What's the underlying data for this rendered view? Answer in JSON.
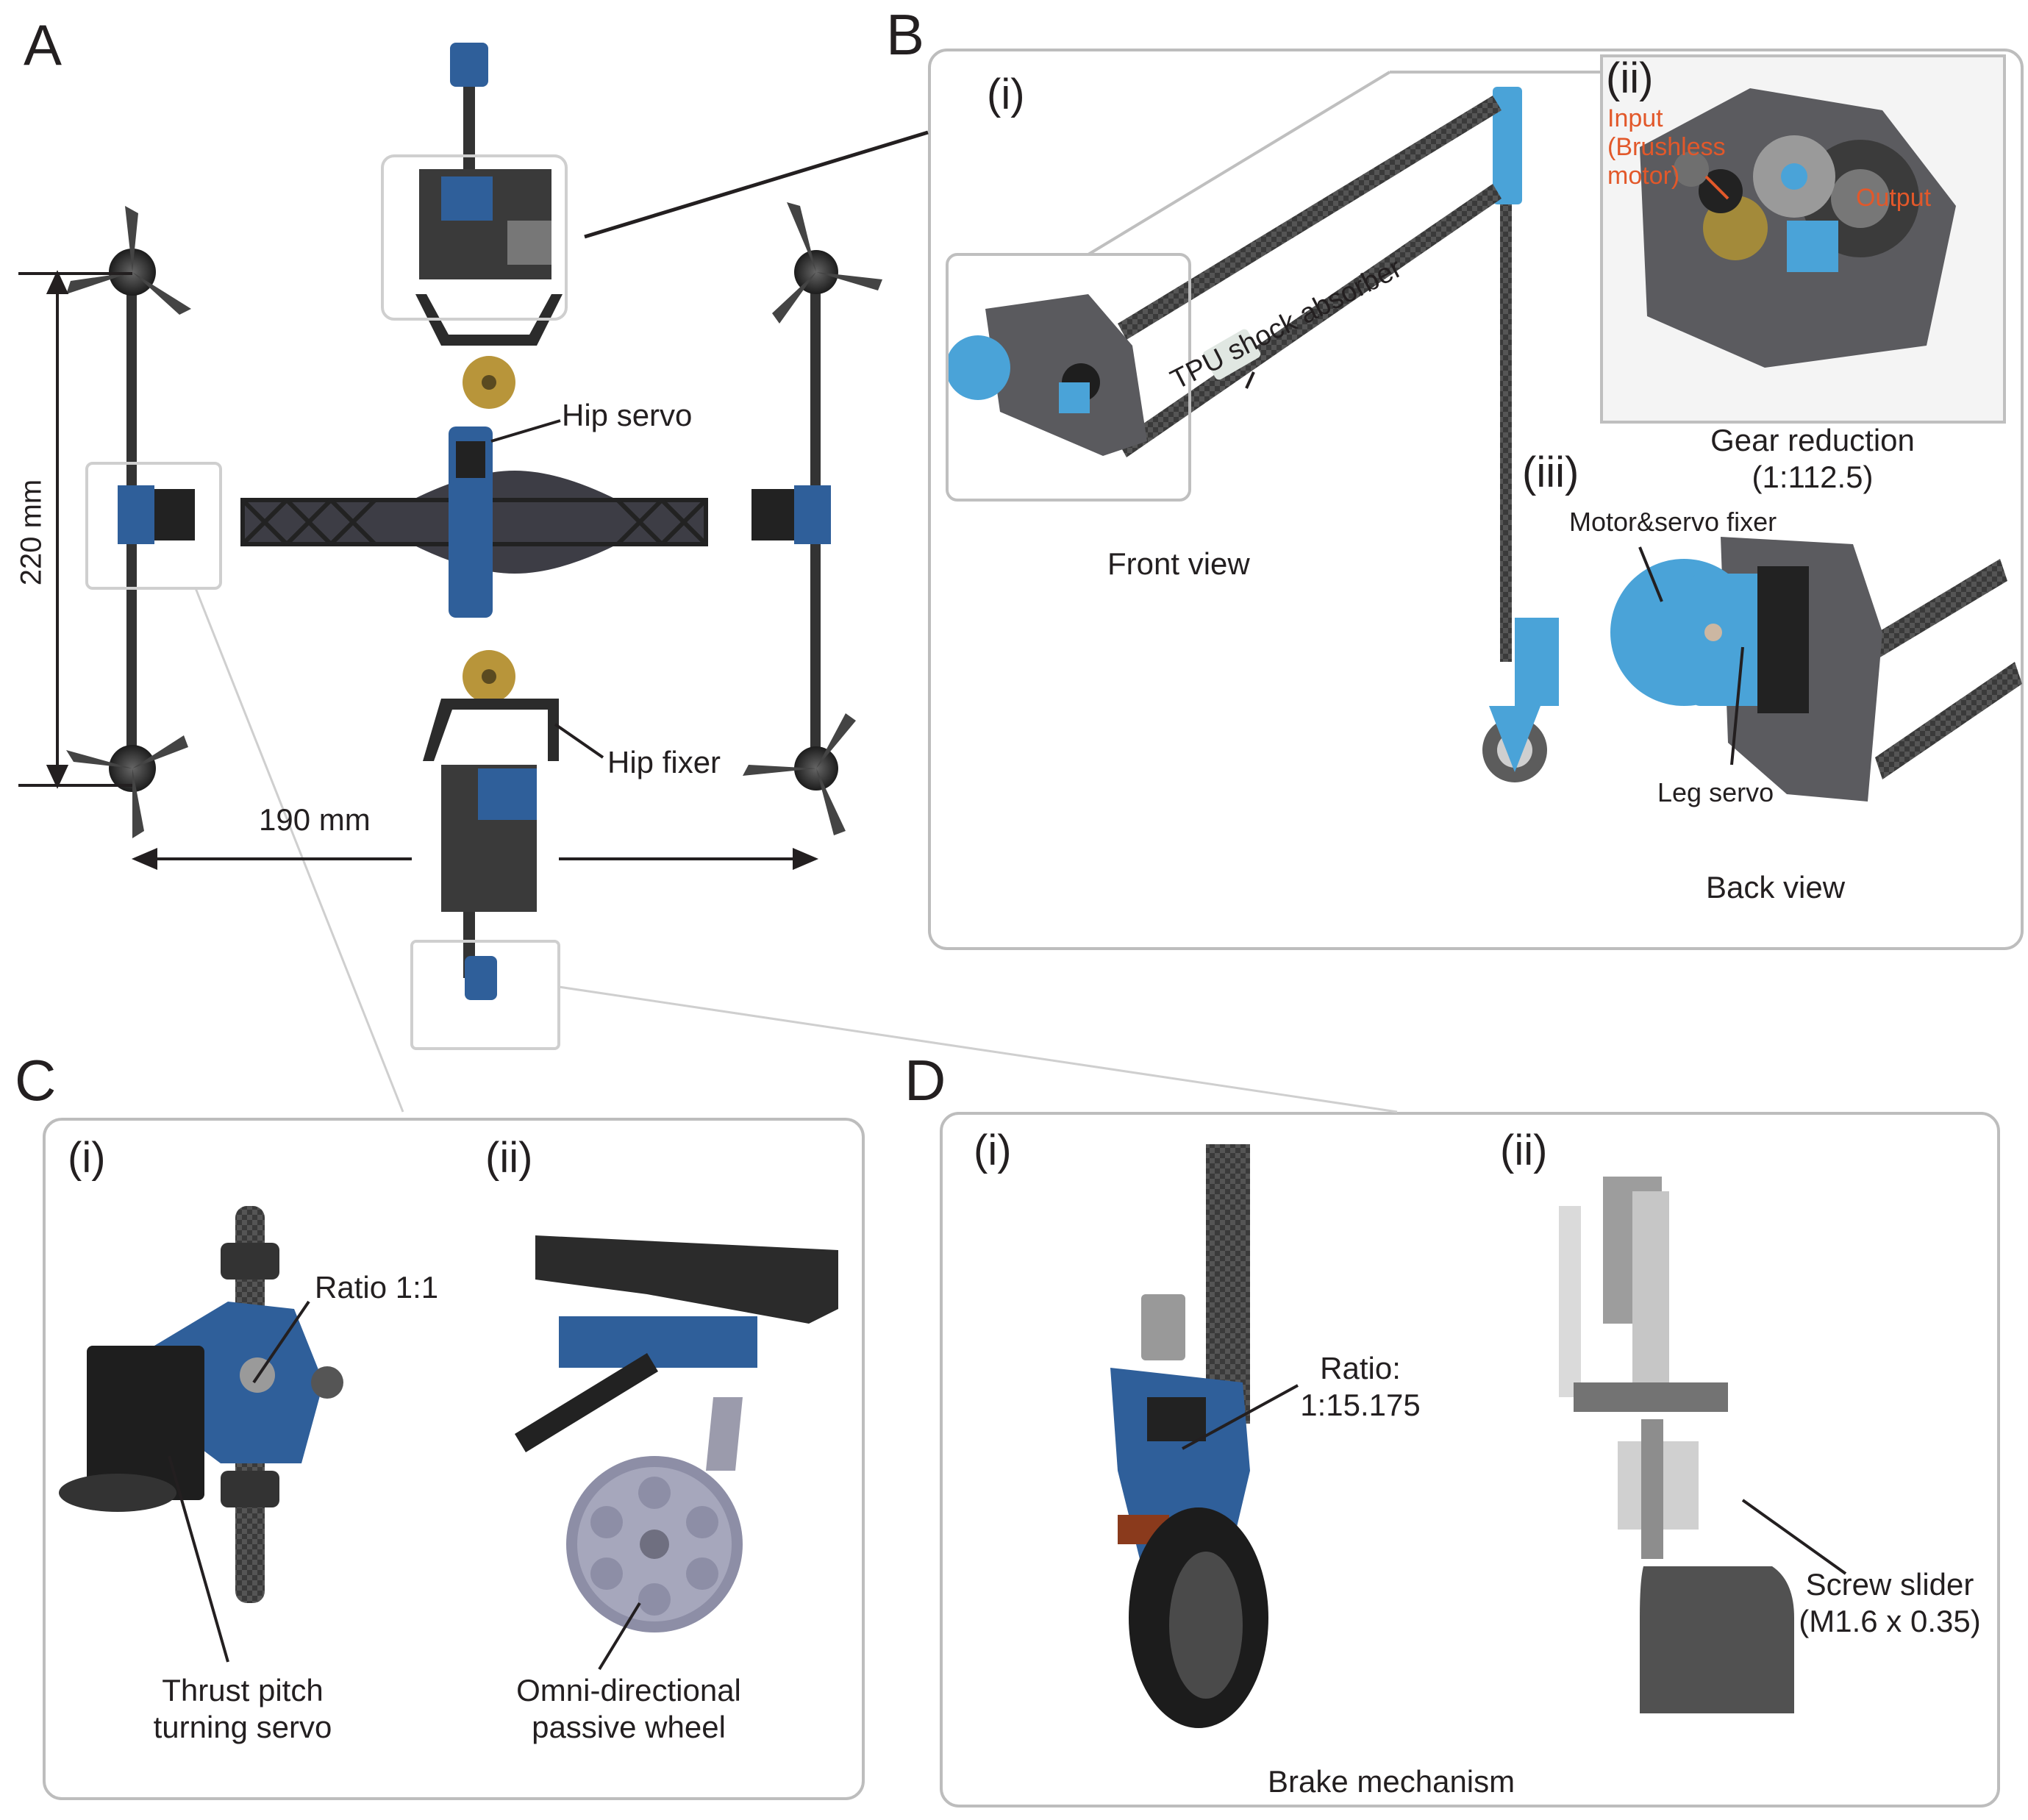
{
  "panels": {
    "a": "A",
    "b": "B",
    "c": "C",
    "d": "D"
  },
  "panel_a": {
    "dim_height": "220 mm",
    "dim_width": "190 mm",
    "hip_servo": "Hip servo",
    "hip_fixer": "Hip fixer"
  },
  "panel_b": {
    "sub_i": "(i)",
    "sub_ii": "(ii)",
    "sub_iii": "(iii)",
    "tpu": "TPU shock absorber",
    "front_view": "Front view",
    "input_1": "Input",
    "input_2": "(Brushless",
    "input_3": "motor)",
    "output": "Output",
    "gear_reduction_1": "Gear reduction",
    "gear_reduction_2": "(1:112.5)",
    "motor_servo_fixer": "Motor&servo fixer",
    "leg_servo": "Leg servo",
    "back_view": "Back view"
  },
  "panel_c": {
    "sub_i": "(i)",
    "sub_ii": "(ii)",
    "ratio": "Ratio 1:1",
    "thrust_1": "Thrust pitch",
    "thrust_2": "turning servo",
    "omni_1": "Omni-directional",
    "omni_2": "passive wheel"
  },
  "panel_d": {
    "sub_i": "(i)",
    "sub_ii": "(ii)",
    "ratio_1": "Ratio:",
    "ratio_2": "1:15.175",
    "screw_1": "Screw slider",
    "screw_2": "(M1.6 x 0.35)",
    "brake": "Brake mechanism"
  },
  "colors": {
    "blue_part": "#2f5f9a",
    "blue_light": "#4aa3d8",
    "carbon": "#3a3a3a",
    "brass": "#b8953a",
    "frame_gray": "#bdbdbd",
    "accent_orange": "#e2582a"
  }
}
